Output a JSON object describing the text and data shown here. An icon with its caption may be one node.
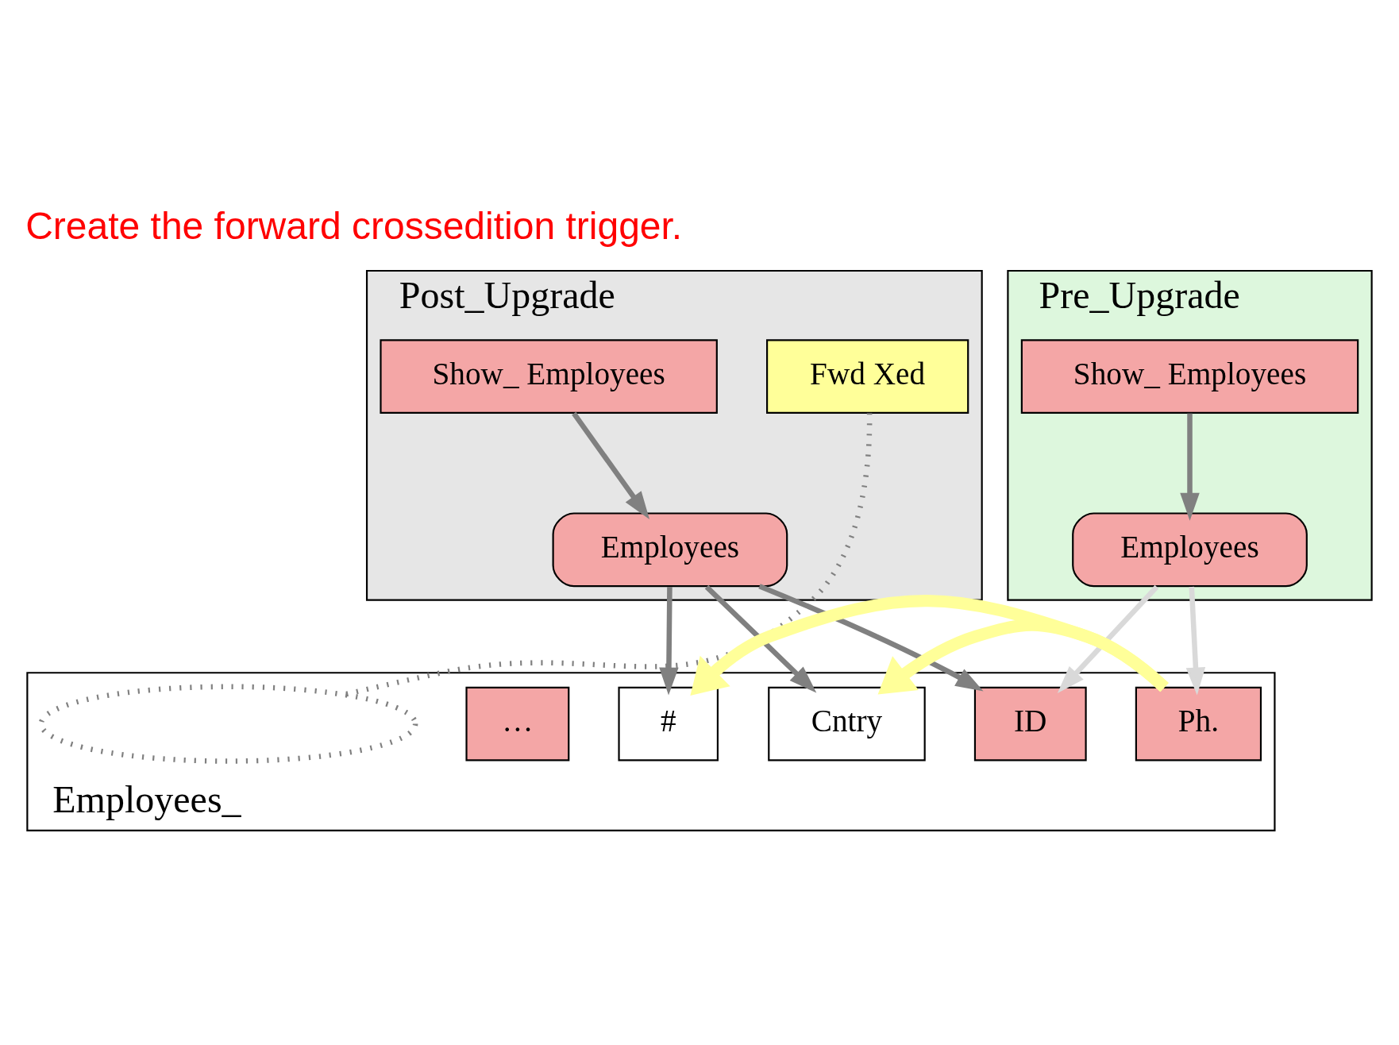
{
  "diagram": {
    "title": "Create the forward crossedition trigger.",
    "nodes": [
      {
        "text": [
          "Post_Upgrade"
        ]
      },
      {
        "text": [
          "Employees"
        ],
        "in": 0
      },
      {
        "text": [
          "Show_ Employees"
        ],
        "in": 0
      },
      {
        "text": [
          "Fwd Xed"
        ],
        "in": 0
      },
      {
        "text": [
          "Pre_Upgrade"
        ]
      },
      {
        "text": [
          "Employees"
        ],
        "in": 4
      },
      {
        "text": [
          "Show_ Employees"
        ],
        "in": 4
      },
      {
        "text": [
          "Employees_"
        ]
      },
      {
        "text": [
          "ID"
        ],
        "in": 7
      },
      {
        "text": [
          "Ph."
        ],
        "in": 7
      },
      {
        "text": [
          "…"
        ],
        "in": 7
      },
      {
        "text": [
          "Cntry"
        ],
        "in": 7
      },
      {
        "text": [
          "#"
        ],
        "in": 7
      },
      {
        "text": [],
        "shape": "ellipse",
        "in": 7
      }
    ],
    "edges": [
      {
        "from": 1,
        "to": 8,
        "arrow": "to"
      },
      {
        "from": 1,
        "to": 11,
        "arrow": "to"
      },
      {
        "from": 1,
        "to": 12,
        "arrow": "to"
      },
      {
        "from": 2,
        "to": 1,
        "arrow": "to"
      },
      {
        "from": 5,
        "to": 8,
        "arrow": "to",
        "color": "#d9d9d9"
      },
      {
        "from": 5,
        "to": 9,
        "arrow": "to",
        "color": "#d9d9d9"
      },
      {
        "from": 6,
        "to": 5,
        "arrow": "to"
      },
      {
        "from": 3,
        "to": 13,
        "arrow": "none",
        "style": "dashed"
      },
      {
        "from": 9,
        "to": 11,
        "arrow": "to",
        "style": "thick",
        "color": "#ffff99"
      },
      {
        "from": 9,
        "to": 12,
        "arrow": "to",
        "style": "thick",
        "color": "#ffff99"
      }
    ]
  }
}
